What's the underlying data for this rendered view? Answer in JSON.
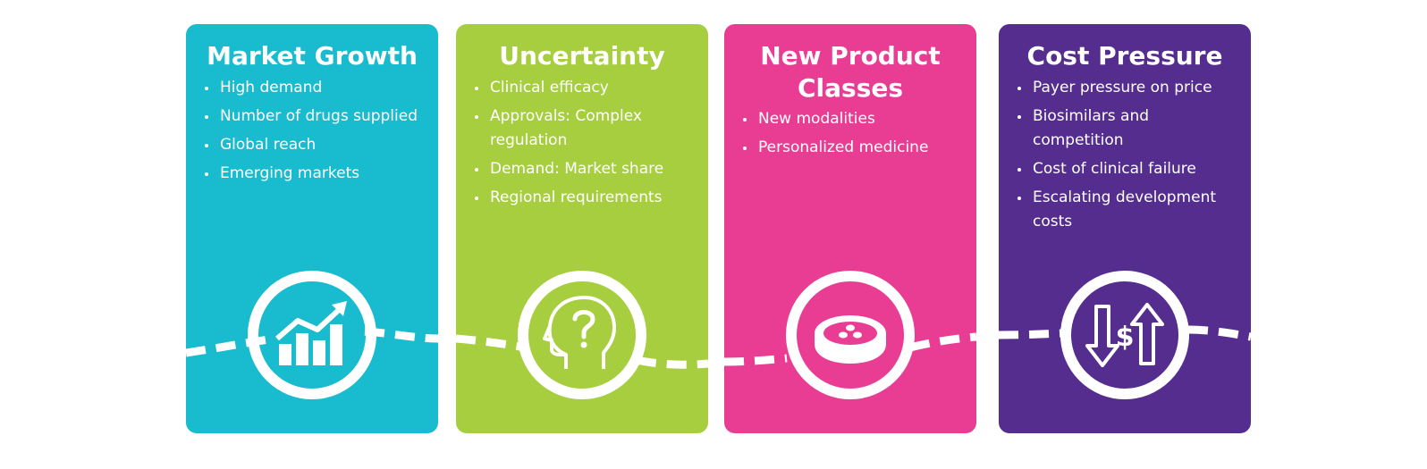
{
  "cards": [
    {
      "title": "Market Growth",
      "color": "#19BBCE",
      "icon": "growth-chart-icon",
      "items": [
        "High demand",
        "Number of drugs supplied",
        "Global reach",
        "Emerging markets"
      ]
    },
    {
      "title": "Uncertainty",
      "color": "#A6CE3F",
      "icon": "head-question-icon",
      "items": [
        "Clinical efficacy",
        "Approvals: Complex regulation",
        "Demand: Market share",
        "Regional requirements"
      ]
    },
    {
      "title": "New Product Classes",
      "color": "#E83D93",
      "icon": "petri-dish-icon",
      "items": [
        "New modalities",
        "Personalized medicine"
      ]
    },
    {
      "title": "Cost Pressure",
      "color": "#542D8F",
      "icon": "price-arrows-icon",
      "items": [
        "Payer pressure on price",
        "Biosimilars and competition",
        "Cost of clinical failure",
        "Escalating development costs"
      ]
    }
  ]
}
